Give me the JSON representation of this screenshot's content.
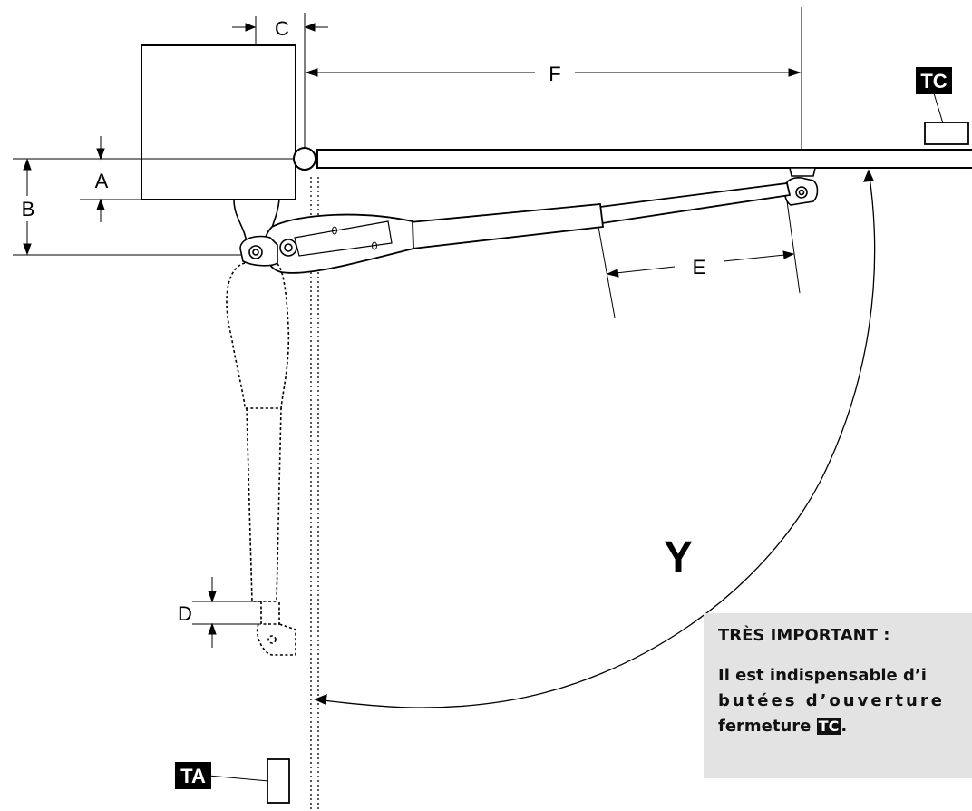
{
  "labels": {
    "a": "A",
    "b": "B",
    "c": "C",
    "d": "D",
    "e": "E",
    "f": "F",
    "y": "Y"
  },
  "tags": {
    "tc": "TC",
    "ta": "TA"
  },
  "note": {
    "title": "TRÈS IMPORTANT :",
    "line1": "Il est indispensable d’i",
    "line2": "butées d’ouverture",
    "line3_prefix": "fermeture",
    "line3_tag": "TC",
    "line3_suffix": "."
  },
  "colors": {
    "ink": "#000000",
    "note_background": "#e3e3e3",
    "tag_background": "#000000"
  }
}
